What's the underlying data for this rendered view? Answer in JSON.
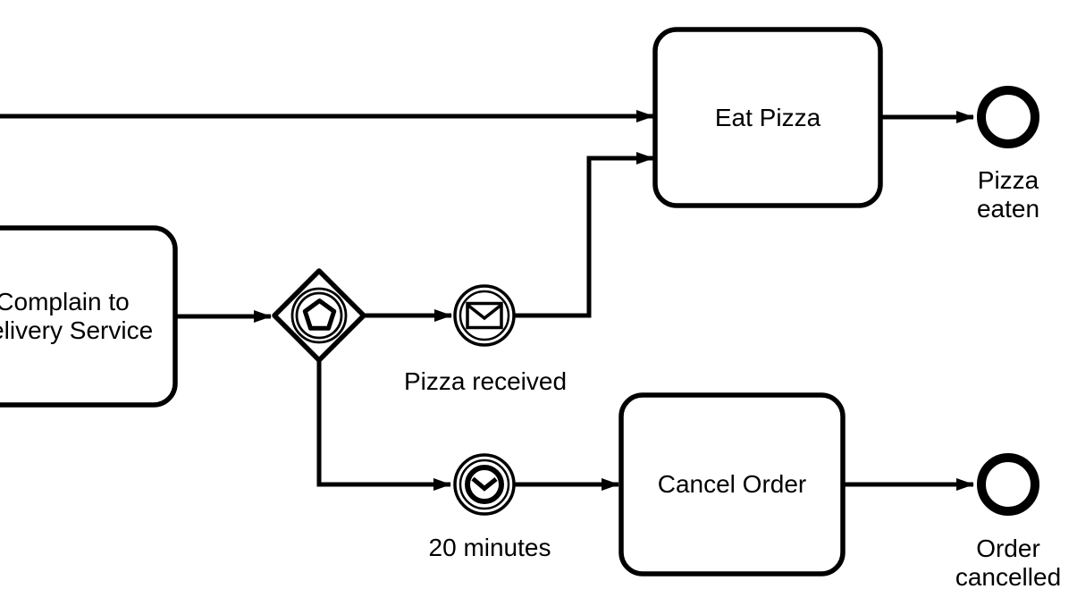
{
  "canvas": {
    "background_color": "#ffffff",
    "stroke_color": "#000000",
    "fill_color": "#ffffff"
  },
  "process": {
    "tasks": {
      "complain": {
        "label": "Complain to Delivery Service",
        "type": "task",
        "note": "partially cut off at left edge"
      },
      "eat_pizza": {
        "label": "Eat Pizza",
        "type": "task"
      },
      "cancel_order": {
        "label": "Cancel Order",
        "type": "task"
      }
    },
    "gateways": {
      "event_gateway": {
        "type": "event-based-gateway",
        "icon": "pentagon-in-double-circle-icon"
      }
    },
    "events": {
      "pizza_received": {
        "label": "Pizza received",
        "kind": "intermediate-message-catch",
        "icon": "envelope-icon"
      },
      "twenty_minutes": {
        "label": "20 minutes",
        "kind": "intermediate-timer-catch",
        "icon": "clock-icon"
      },
      "pizza_eaten": {
        "label": "Pizza eaten",
        "kind": "end-event"
      },
      "order_cancelled": {
        "label": "Order cancelled",
        "kind": "end-event"
      }
    },
    "flows": [
      {
        "name": "flow-incoming-eat-pizza",
        "from": "offscreen-left",
        "to": "eat_pizza"
      },
      {
        "name": "flow-eat-pizza-to-pizza-eaten",
        "from": "eat_pizza",
        "to": "pizza_eaten"
      },
      {
        "name": "flow-complain-to-gateway",
        "from": "complain",
        "to": "event_gateway"
      },
      {
        "name": "flow-gateway-to-pizza-received",
        "from": "event_gateway",
        "to": "pizza_received"
      },
      {
        "name": "flow-pizza-received-to-eat-pizza",
        "from": "pizza_received",
        "to": "eat_pizza"
      },
      {
        "name": "flow-gateway-to-20-minutes",
        "from": "event_gateway",
        "to": "twenty_minutes"
      },
      {
        "name": "flow-20-minutes-to-cancel-order",
        "from": "twenty_minutes",
        "to": "cancel_order"
      },
      {
        "name": "flow-cancel-order-to-order-cancelled",
        "from": "cancel_order",
        "to": "order_cancelled"
      }
    ]
  }
}
